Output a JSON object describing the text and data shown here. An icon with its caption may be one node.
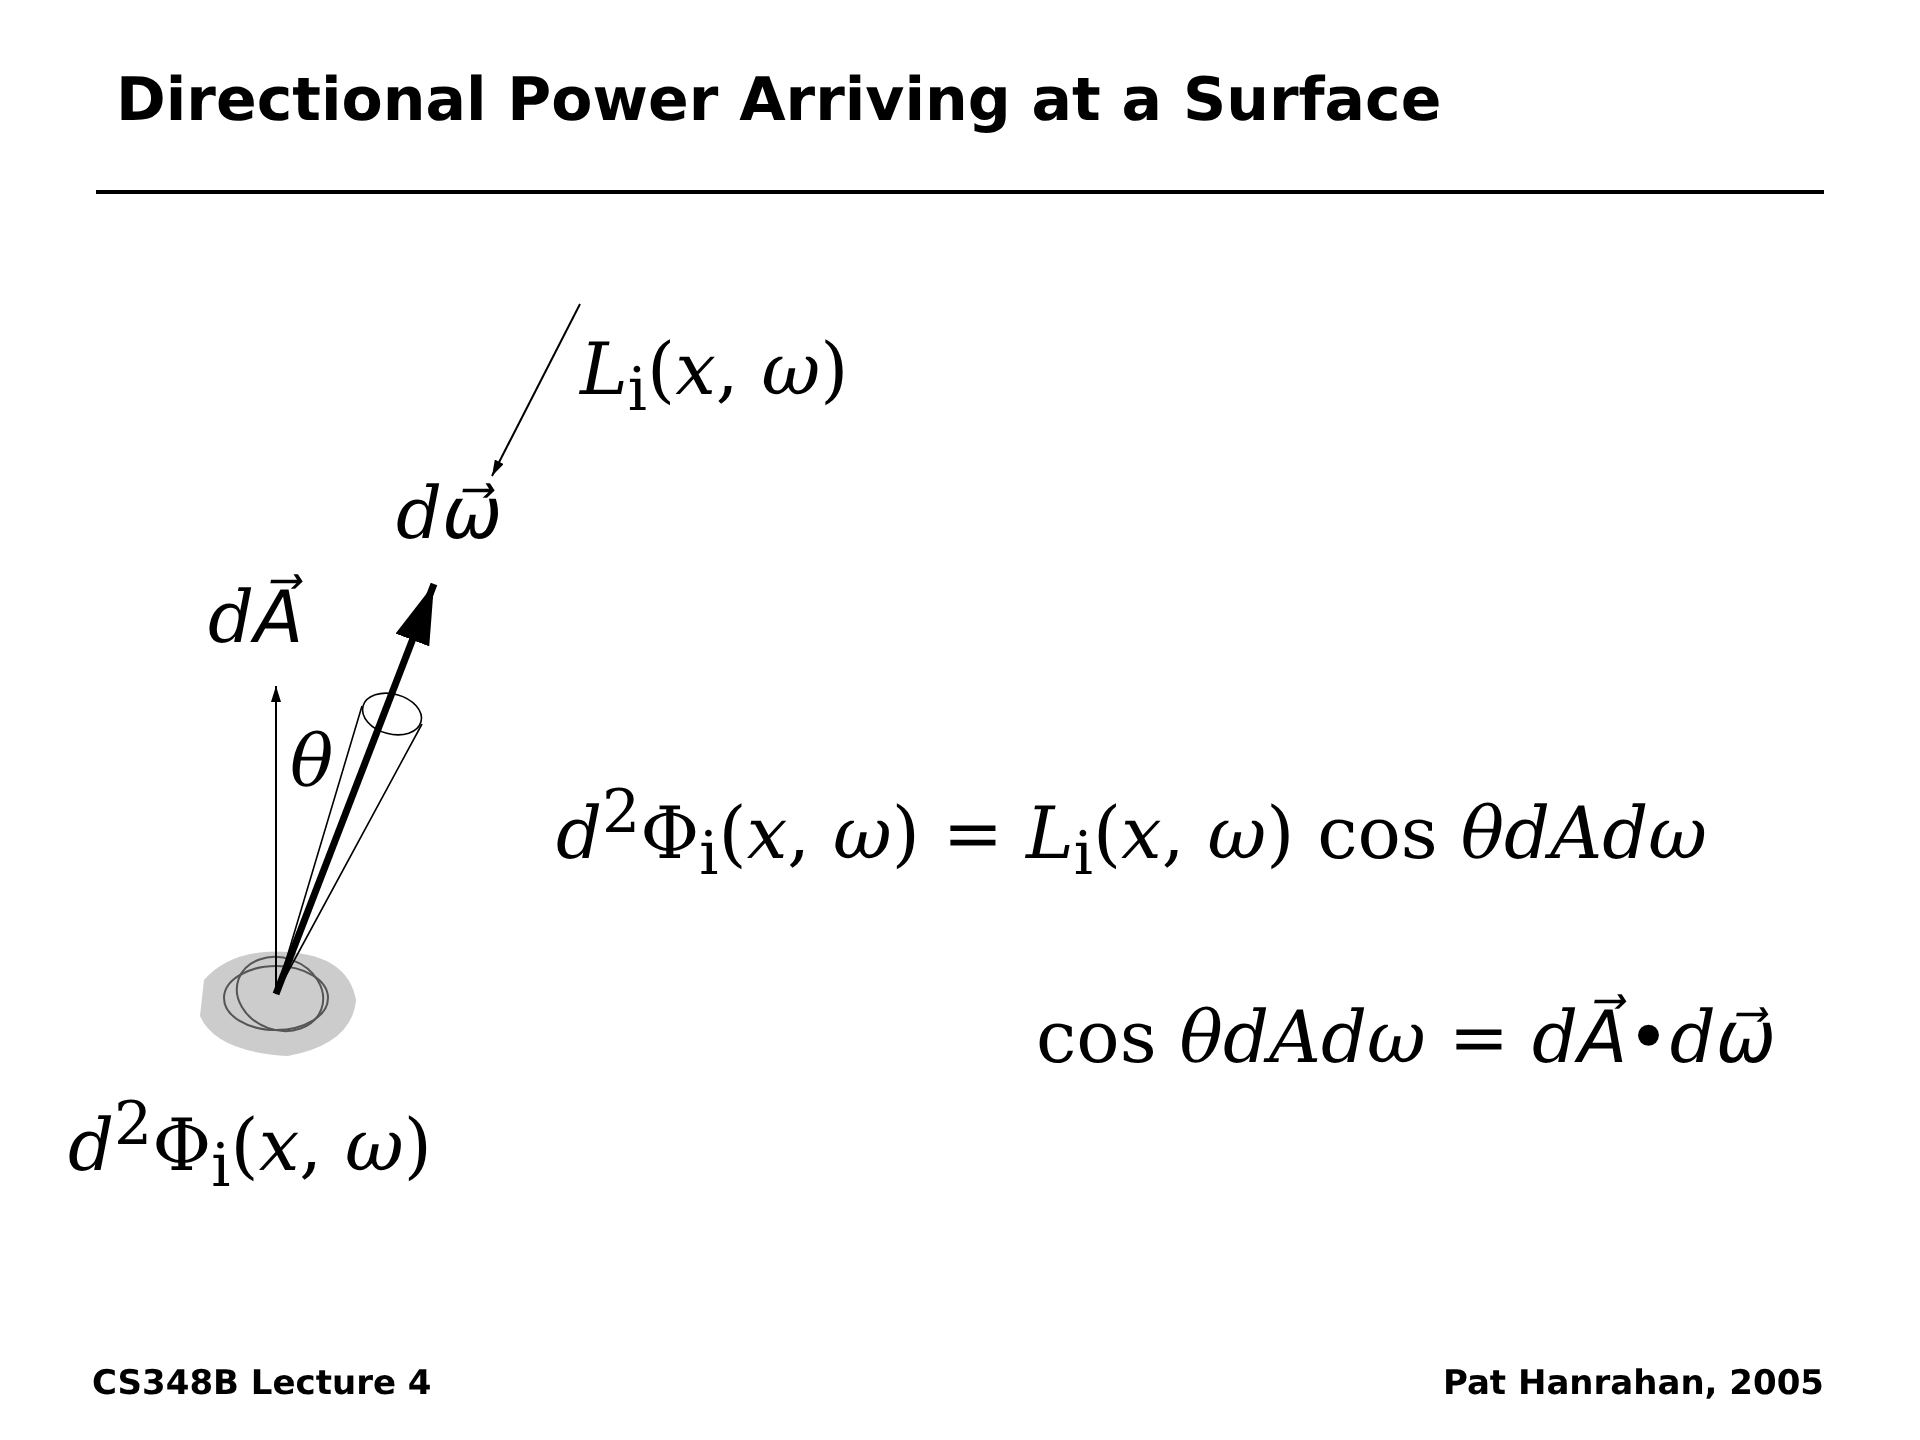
{
  "diagram": {
    "title": "Directional Power Arriving at a Surface",
    "nodes": [
      {
        "text": [
          "*L*$_{i}$(*x*, *ω*)"
        ]
      },
      {
        "text": [
          "dω⃗"
        ]
      },
      {
        "text": [
          "dA⃗"
        ]
      },
      {
        "text": [],
        "shape": "circle",
        "beside": [
          "*d*$^{2}$Φ$_{i}$(*x*, *ω*)"
        ]
      }
    ],
    "edges": [
      {
        "from": 0,
        "to": 1,
        "arrow": "to"
      },
      {
        "from": 3,
        "to": 1,
        "arrow": "to",
        "style": "thick"
      },
      {
        "from": 3,
        "to": 2,
        "arrow": "to"
      }
    ],
    "labels": [
      "*θ*",
      "*d*$^{2}$Φ$_{i}$(*x*, *ω*) = *L*$_{i}$(*x*, *ω*) cos *θdAdω*",
      "cos *θdAdω* = *dA⃗*•*dω⃗*",
      "CS348B Lecture 4",
      "Pat Hanrahan, 2005"
    ]
  }
}
